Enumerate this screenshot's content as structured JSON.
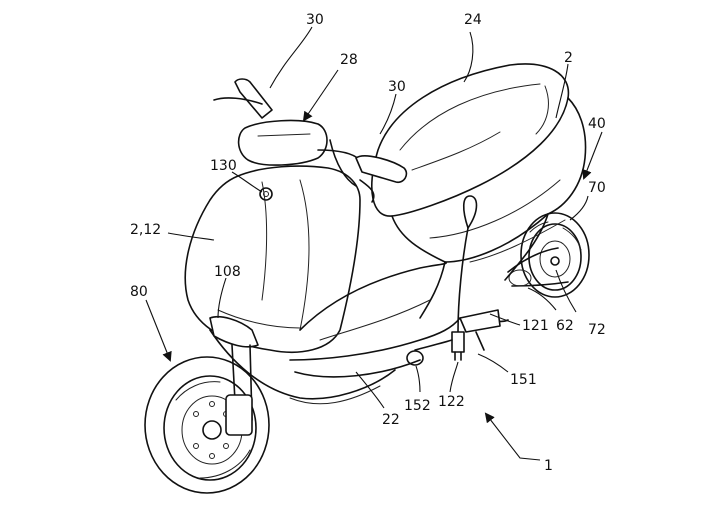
{
  "figure": {
    "reference_labels": [
      {
        "id": "30a",
        "text": "30"
      },
      {
        "id": "24",
        "text": "24"
      },
      {
        "id": "28",
        "text": "28"
      },
      {
        "id": "2",
        "text": "2"
      },
      {
        "id": "30b",
        "text": "30"
      },
      {
        "id": "40",
        "text": "40"
      },
      {
        "id": "130",
        "text": "130"
      },
      {
        "id": "70",
        "text": "70"
      },
      {
        "id": "2_12",
        "text": "2,12"
      },
      {
        "id": "108",
        "text": "108"
      },
      {
        "id": "80",
        "text": "80"
      },
      {
        "id": "121",
        "text": "121"
      },
      {
        "id": "62",
        "text": "62"
      },
      {
        "id": "72",
        "text": "72"
      },
      {
        "id": "151",
        "text": "151"
      },
      {
        "id": "22",
        "text": "22"
      },
      {
        "id": "152",
        "text": "152"
      },
      {
        "id": "122",
        "text": "122"
      },
      {
        "id": "1",
        "text": "1"
      }
    ]
  }
}
